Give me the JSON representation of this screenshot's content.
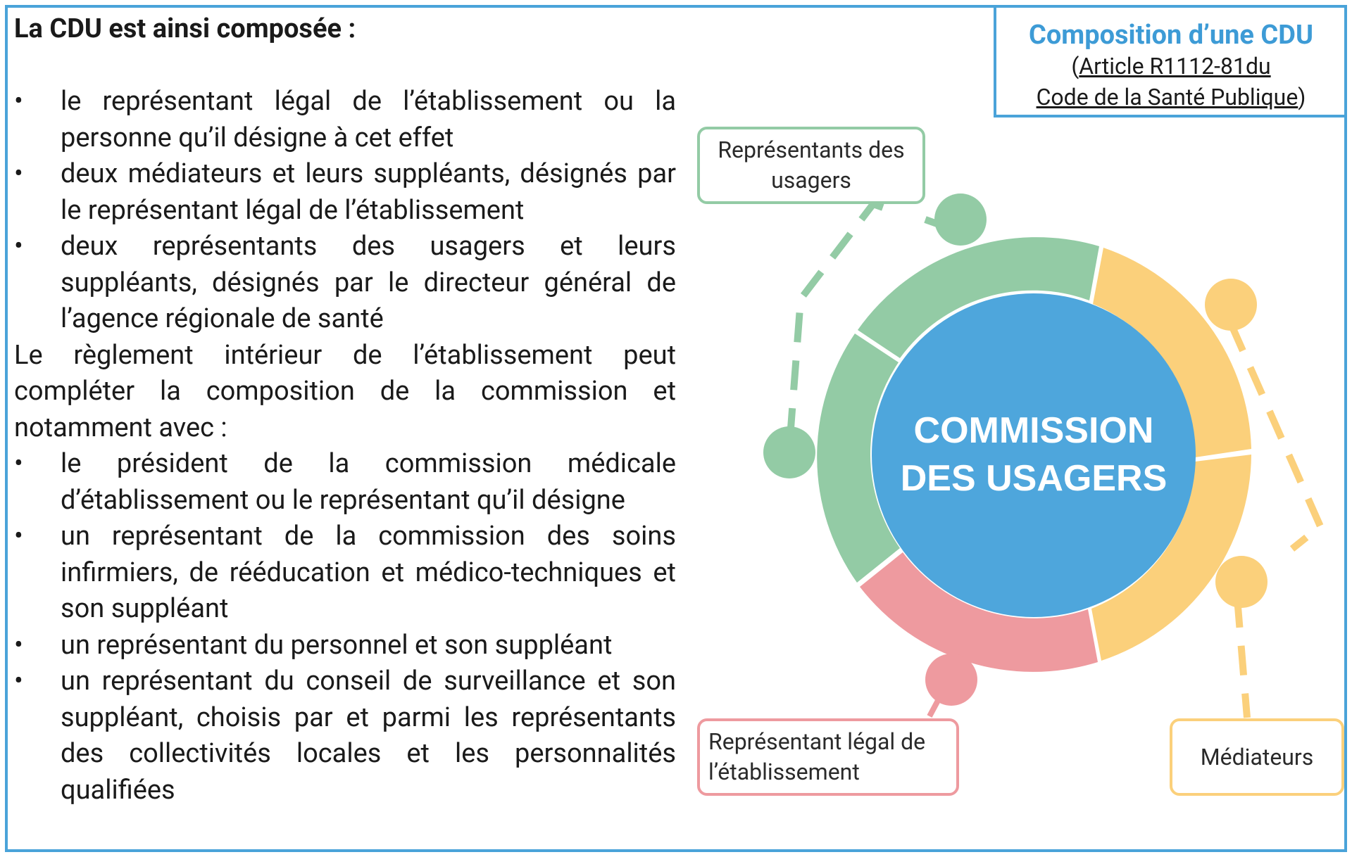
{
  "left_text": {
    "heading": "La CDU est ainsi composée :",
    "list1": [
      "le représentant légal de l’établissement ou la personne qu’il désigne à cet effet",
      "deux médiateurs et leurs suppléants, désignés par le représentant légal de l’établissement",
      "deux représentants des usagers et leurs suppléants, désignés par le directeur général de l’agence régionale de santé"
    ],
    "paragraph": "Le règlement intérieur de l’établissement peut compléter la composition de la commission et notamment avec :",
    "list2": [
      "le président de la commission médicale d’établissement ou le représentant qu’il désigne",
      "un représentant de la commission des soins infirmiers, de rééducation et médico-techniques et son suppléant",
      "un représentant du personnel et son suppléant",
      "un représentant du conseil de surveillance et son suppléant, choisis par et parmi les représentants des collectivités locales et les personnalités qualifiées"
    ],
    "bullet": "•"
  },
  "title_box": {
    "title": "Composition d’une CDU",
    "ref_open": "(",
    "ref_line1": "Article R1112-81du",
    "ref_line2": "Code de la Santé Publique",
    "ref_close": ")"
  },
  "diagram": {
    "center_line1": "COMMISSION",
    "center_line2": "DES USAGERS",
    "labels": {
      "usagers": "Représentants des usagers",
      "legal": "Représentant légal de l’établissement",
      "mediateurs": "Médiateurs"
    },
    "colors": {
      "border": "#4aa3d9",
      "center": "#4ea6dc",
      "green": "#93cba5",
      "yellow": "#fbd07b",
      "pink": "#ee9a9f"
    }
  }
}
